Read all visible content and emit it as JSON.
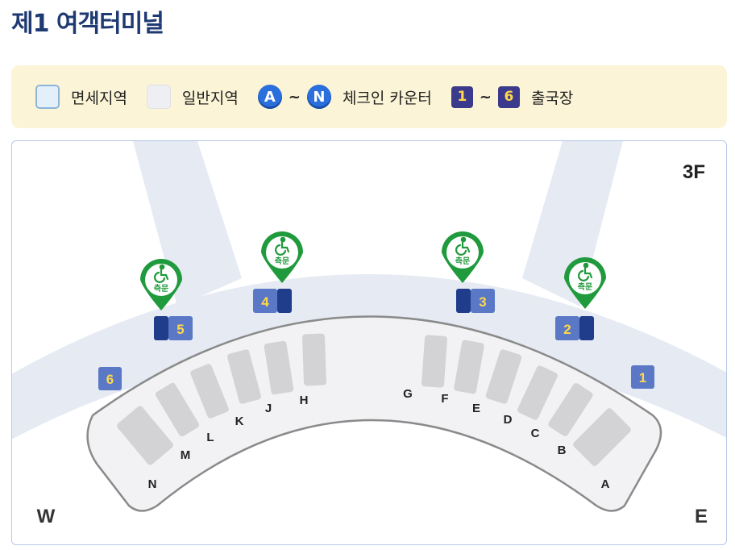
{
  "page": {
    "title": "제1 여객터미널"
  },
  "legend": {
    "duty_free": "면세지역",
    "general": "일반지역",
    "counter_from": "A",
    "counter_to": "N",
    "tilde": "~",
    "counter_label": "체크인 카운터",
    "gate_from": "1",
    "gate_to": "6",
    "gate_label": "출국장"
  },
  "map": {
    "floor": "3F",
    "west": "W",
    "east": "E",
    "accessible_label": "측문",
    "accessible_icon": "wheelchair-icon",
    "colors": {
      "corridor": "#e5eaf3",
      "counter_zone": "#f2f2f4",
      "counter_outline": "#8a8a8a",
      "counter": "#d3d3d6",
      "gate_light": "#5a78c6",
      "gate_dark": "#1f3d8a",
      "gate_number": "#ffd84a",
      "accessible_green": "#1f9a3c"
    },
    "counters": [
      "A",
      "B",
      "C",
      "D",
      "E",
      "F",
      "G",
      "H",
      "J",
      "K",
      "L",
      "M",
      "N"
    ],
    "gates": [
      "1",
      "2",
      "3",
      "4",
      "5",
      "6"
    ]
  }
}
